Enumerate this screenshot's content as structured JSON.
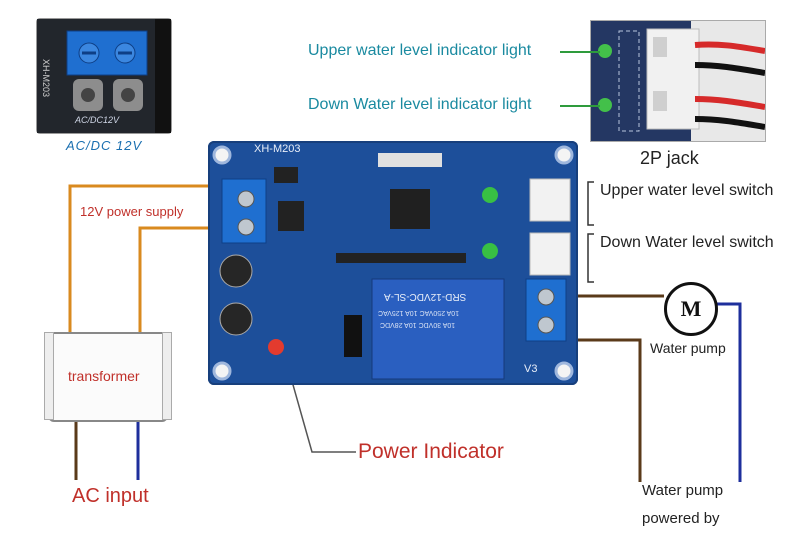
{
  "top_left_inset": {
    "board_mark": "XH-M203",
    "caption": "AC/DC 12V"
  },
  "top_right_inset": {
    "caption": "2P jack"
  },
  "labels": {
    "upper_light": "Upper water level indicator light",
    "down_light": "Down Water level indicator light",
    "upper_switch": "Upper water level switch",
    "down_switch": "Down Water level switch",
    "power_supply": "12V power supply",
    "transformer": "transformer",
    "ac_input": "AC input",
    "power_indicator": "Power Indicator",
    "water_pump": "Water pump",
    "pump_power_line1": "Water pump",
    "pump_power_line2": "powered by",
    "motor_symbol": "M"
  },
  "board": {
    "model": "XH-M203",
    "relay_text": "SRD-12VDC-SL-A",
    "relay_rating_1": "10A 250VAC 10A 125VAC",
    "relay_rating_2": "10A 30VDC 10A 28VDC",
    "version": "V3"
  },
  "colors": {
    "pcb": "#1d4f9a",
    "wire_orange": "#d98a1f",
    "wire_brown": "#5a3a1a",
    "wire_blue": "#1e2f9c",
    "label_teal": "#1a8aa0",
    "label_red": "#c0302a"
  }
}
